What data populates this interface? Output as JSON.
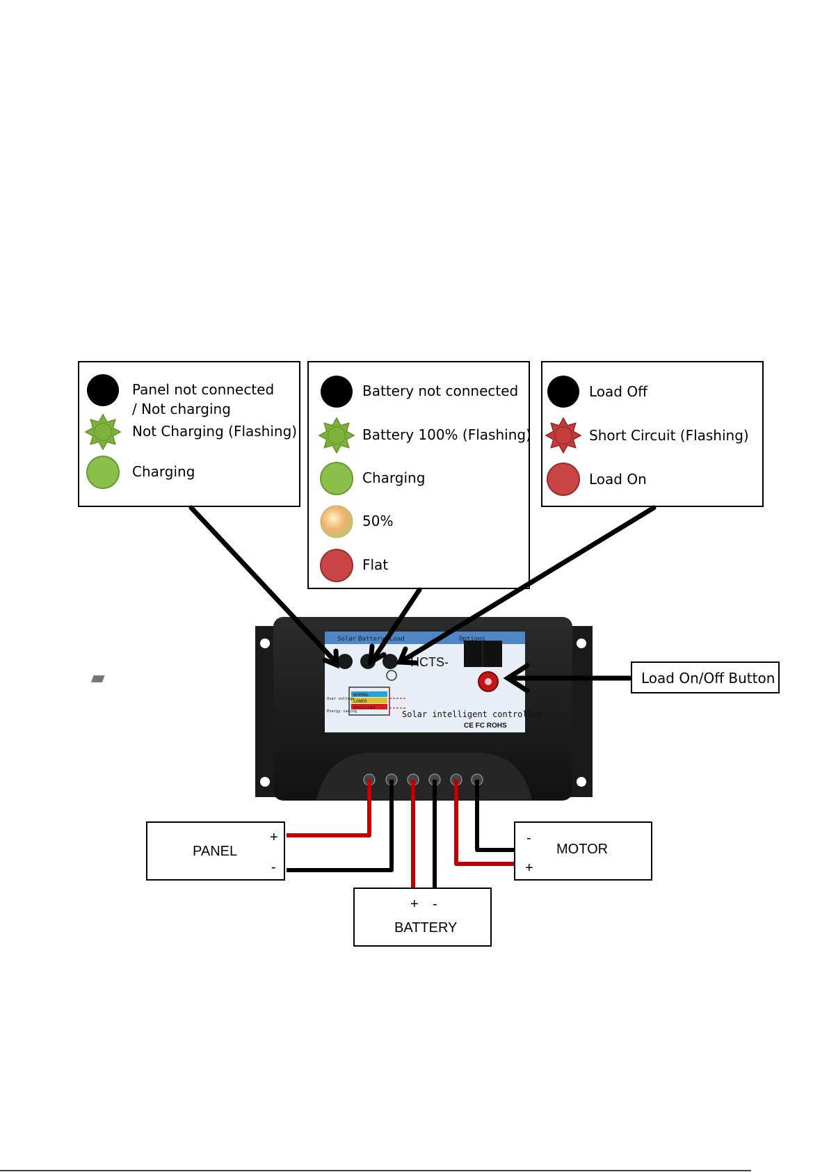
{
  "legend_panel": {
    "items": [
      {
        "lines": [
          "Panel not connected",
          "/ Not charging"
        ],
        "indicator": "off",
        "color": "#000000"
      },
      {
        "lines": [
          "Not Charging (Flashing)"
        ],
        "indicator": "flashing",
        "color": "#7fb23a"
      },
      {
        "lines": [
          "Charging"
        ],
        "indicator": "on",
        "color": "#8bbf4b"
      }
    ]
  },
  "legend_battery": {
    "items": [
      {
        "lines": [
          "Battery not connected"
        ],
        "indicator": "off",
        "color": "#000000"
      },
      {
        "lines": [
          "Battery 100% (Flashing)"
        ],
        "indicator": "flashing",
        "color": "#7fb23a"
      },
      {
        "lines": [
          "Charging"
        ],
        "indicator": "on",
        "color": "#8bbf4b"
      },
      {
        "lines": [
          "50%"
        ],
        "indicator": "gradient",
        "color": "#f0b070"
      },
      {
        "lines": [
          "Flat"
        ],
        "indicator": "on",
        "color": "#c94545"
      }
    ]
  },
  "legend_load": {
    "items": [
      {
        "lines": [
          "Load Off"
        ],
        "indicator": "off",
        "color": "#000000"
      },
      {
        "lines": [
          "Short Circuit (Flashing)"
        ],
        "indicator": "flashing",
        "color": "#c43c3c"
      },
      {
        "lines": [
          "Load On"
        ],
        "indicator": "on",
        "color": "#c94545"
      }
    ]
  },
  "controller": {
    "model_text": "HCTS-",
    "label_text": "Solar intelligent controller",
    "cert_text": "CE FC ROHS",
    "header_labels": [
      "Solar",
      "Battery",
      "Load"
    ],
    "options_label": "Options",
    "status_labels": [
      "NORMAL",
      "LOWER",
      "OverLoad"
    ],
    "side_labels": [
      "Over voltage",
      "Energy saving"
    ]
  },
  "button_callout": {
    "label": "Load On/Off Button"
  },
  "panel_box": {
    "label": "PANEL",
    "plus": "+",
    "minus": "-"
  },
  "battery_box": {
    "label": "BATTERY",
    "plus": "+",
    "minus": "-"
  },
  "motor_box": {
    "label": "MOTOR",
    "plus": "+",
    "minus": "-"
  },
  "colors": {
    "wire_positive": "#c00000",
    "wire_negative": "#000000",
    "controller_body": "#1e1e1e",
    "controller_label": "#e8eef5",
    "label_header": "#4f86c6"
  }
}
